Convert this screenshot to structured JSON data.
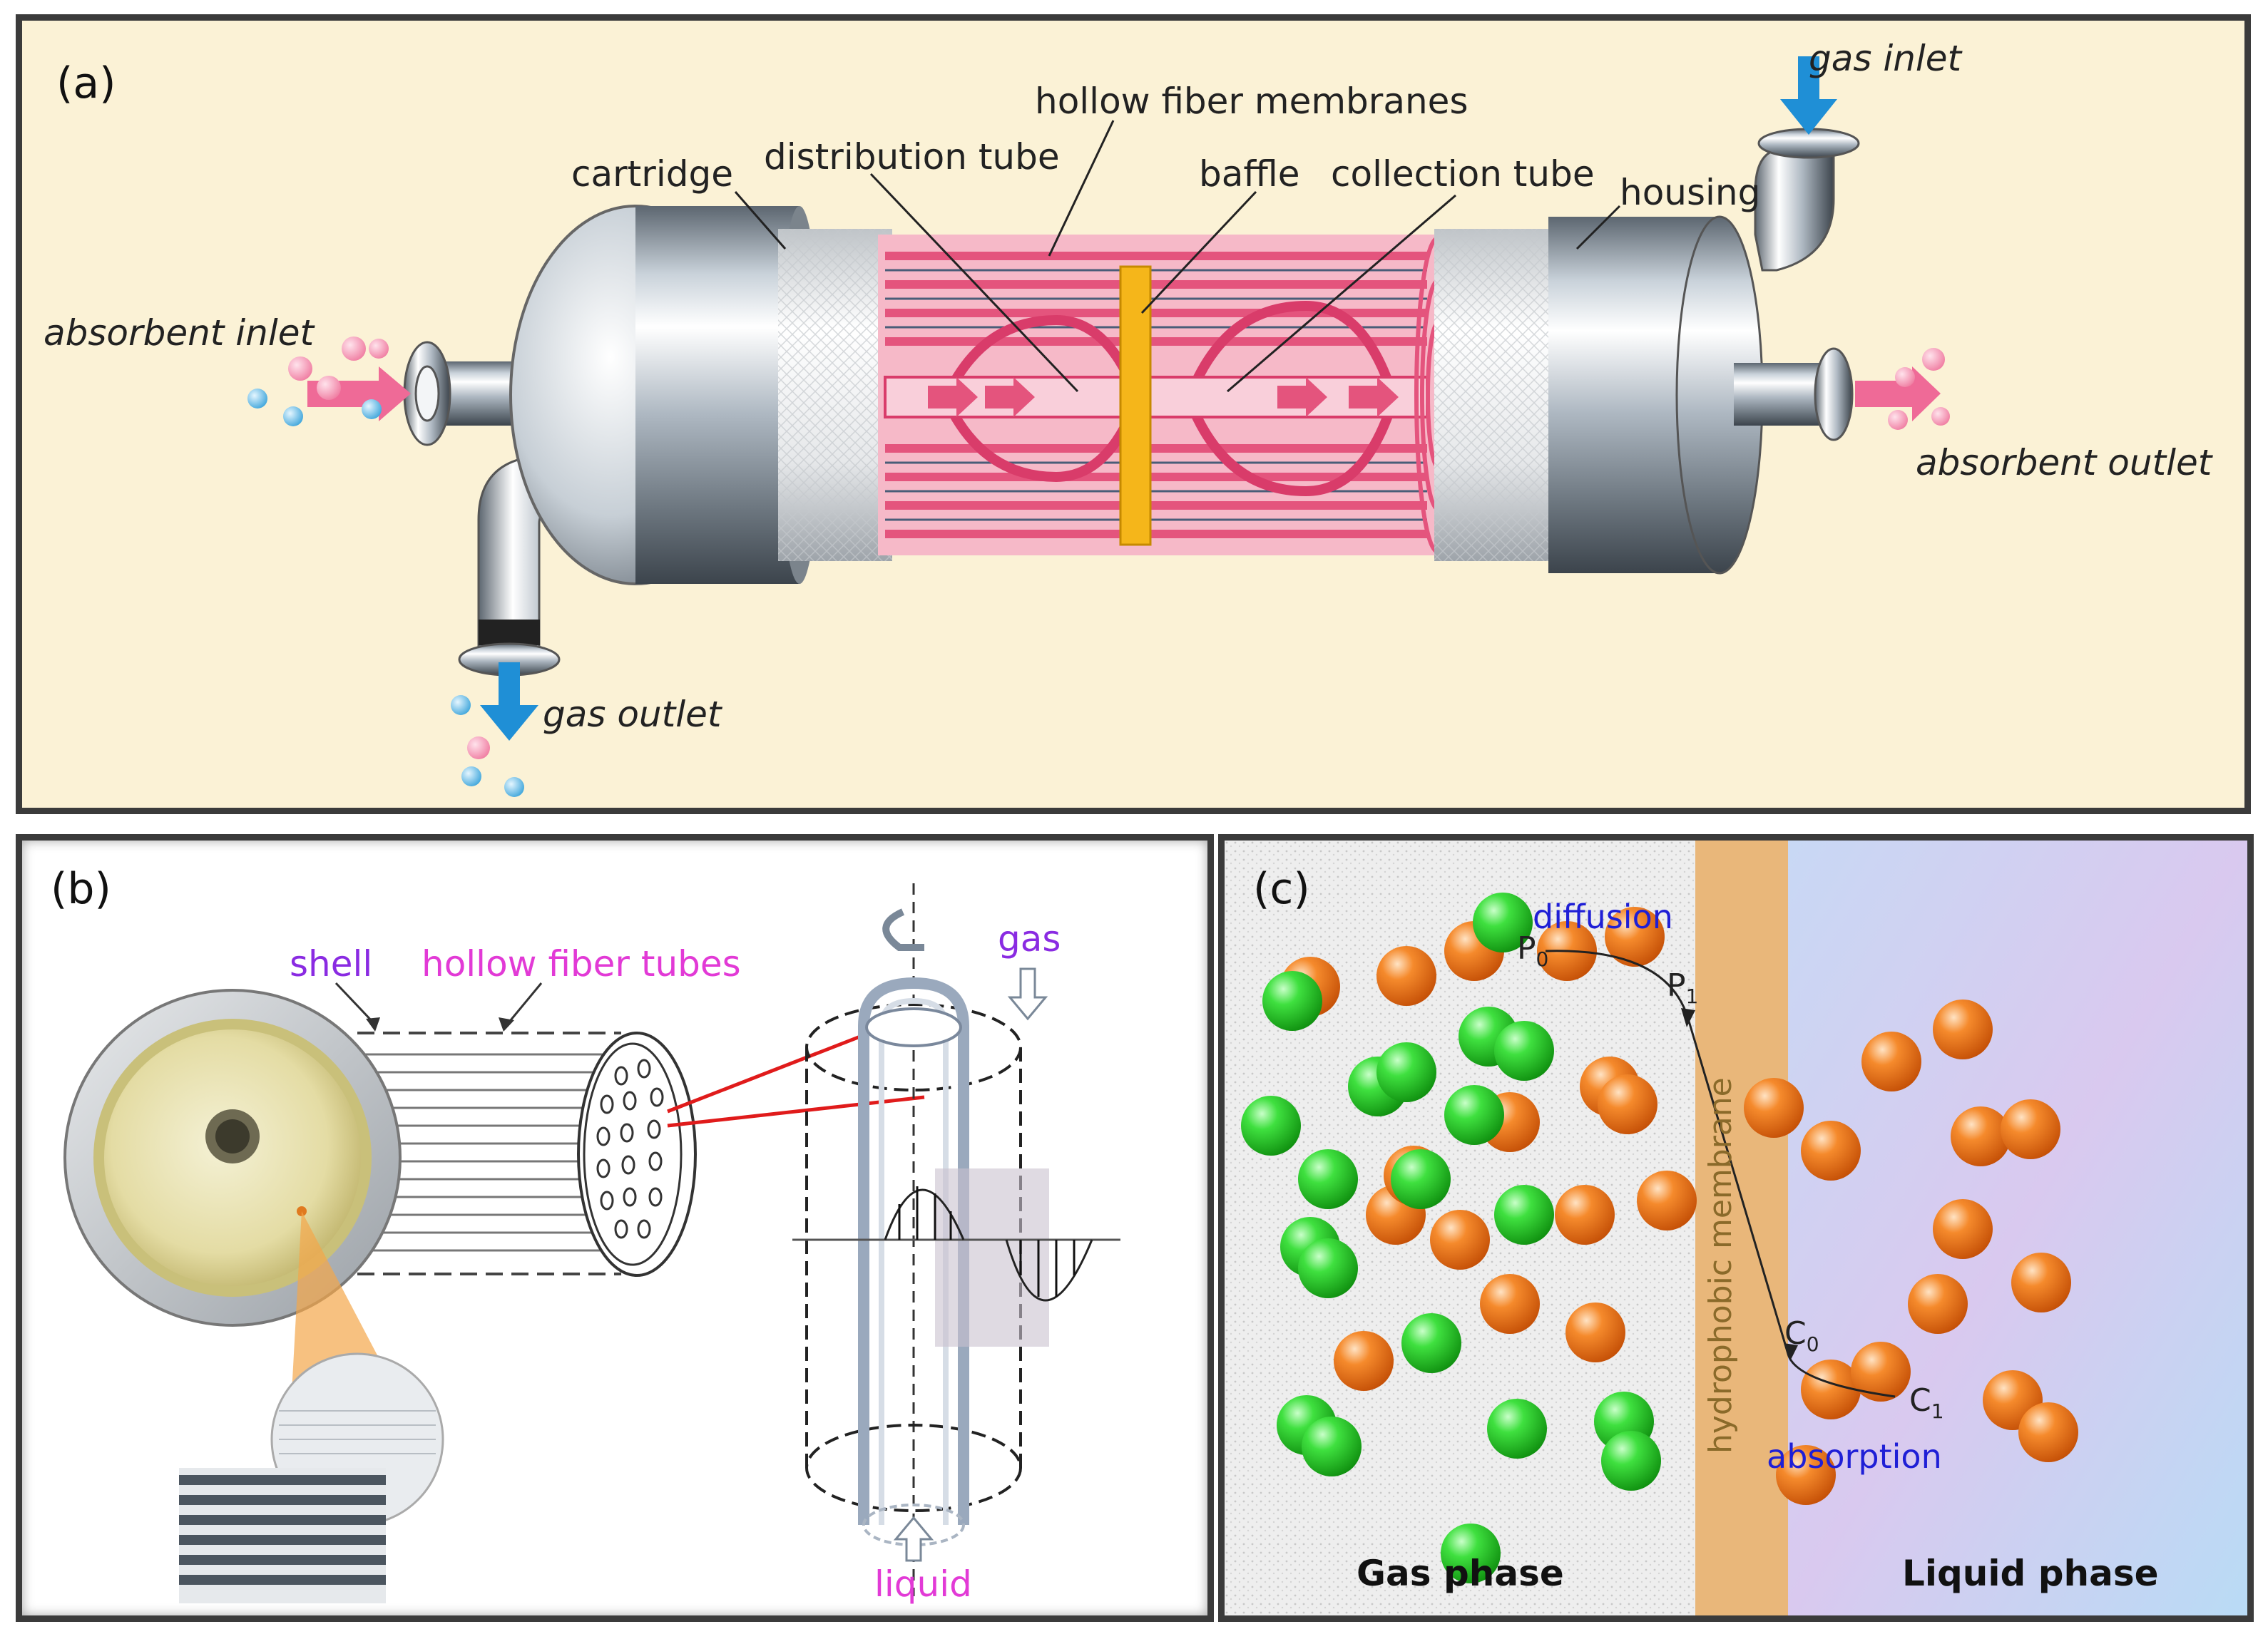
{
  "panel_a": {
    "label": "(a)",
    "labels": {
      "gas_inlet": "gas inlet",
      "hollow_fiber_membranes": "hollow fiber membranes",
      "distribution_tube": "distribution tube",
      "cartridge": "cartridge",
      "baffle": "baffle",
      "collection_tube": "collection tube",
      "housing": "housing",
      "absorbent_inlet": "absorbent inlet",
      "absorbent_outlet": "absorbent outlet",
      "gas_outlet": "gas outlet"
    }
  },
  "panel_b": {
    "label": "(b)",
    "labels": {
      "shell": "shell",
      "hollow_fiber_tubes": "hollow fiber tubes",
      "gas": "gas",
      "liquid": "liquid"
    }
  },
  "panel_c": {
    "label": "(c)",
    "labels": {
      "diffusion": "diffusion",
      "membrane": "hydrophobic membrane",
      "absorption": "absorption",
      "gas_phase": "Gas phase",
      "liquid_phase": "Liquid phase",
      "p0": "P",
      "p0_sub": "0",
      "p1": "P",
      "p1_sub": "1",
      "c0": "C",
      "c0_sub": "0",
      "c1": "C",
      "c1_sub": "1"
    }
  },
  "colors": {
    "label_purple": "#8a2be2",
    "label_magenta": "#e23ad6",
    "label_blue": "#1f1fd6",
    "pink_fiber": "#e4547d",
    "baffle": "#f5b61a",
    "arrow_blue": "#1f8fd6",
    "green_ball": "#2fcf2f",
    "orange_ball": "#f07a1e",
    "membrane": "#e9b77a",
    "panel_a_bg": "#fbf2d6"
  }
}
